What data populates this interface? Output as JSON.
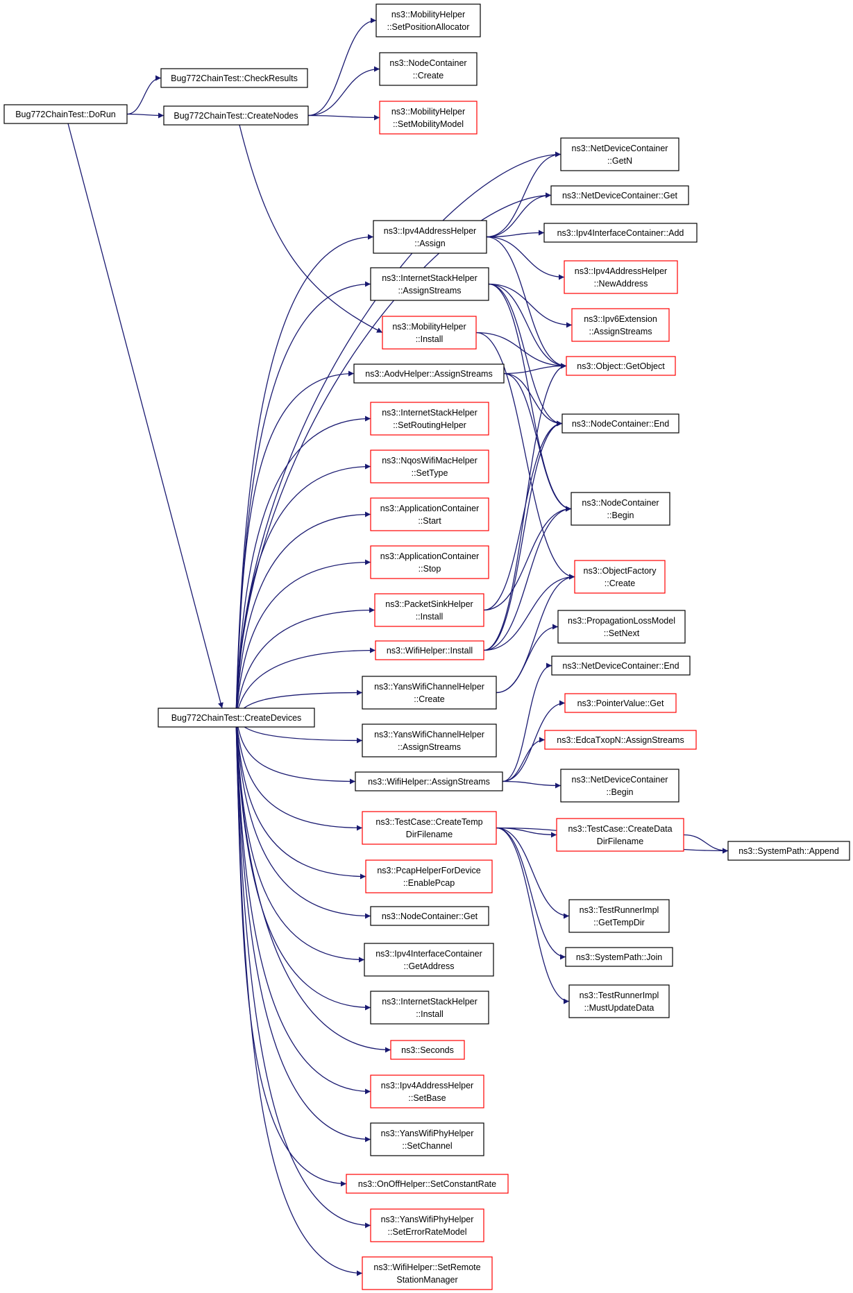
{
  "colors": {
    "edge": "#191970",
    "border_normal": "#000000",
    "border_linked": "#ff0000",
    "root_fill": "#bfbfbf",
    "box_fill": "#ffffff"
  },
  "nodes": [
    {
      "id": "dorun",
      "lines": [
        "Bug772ChainTest::DoRun"
      ],
      "style": "root"
    },
    {
      "id": "checkresults",
      "lines": [
        "Bug772ChainTest::CheckResults"
      ],
      "style": "normal"
    },
    {
      "id": "createnodes",
      "lines": [
        "Bug772ChainTest::CreateNodes"
      ],
      "style": "normal"
    },
    {
      "id": "createdevices",
      "lines": [
        "Bug772ChainTest::CreateDevices"
      ],
      "style": "normal"
    },
    {
      "id": "mob_setpos",
      "lines": [
        "ns3::MobilityHelper",
        "::SetPositionAllocator"
      ],
      "style": "normal"
    },
    {
      "id": "nc_create",
      "lines": [
        "ns3::NodeContainer",
        "::Create"
      ],
      "style": "normal"
    },
    {
      "id": "mob_setmodel",
      "lines": [
        "ns3::MobilityHelper",
        "::SetMobilityModel"
      ],
      "style": "linked"
    },
    {
      "id": "ndc_getn",
      "lines": [
        "ns3::NetDeviceContainer",
        "::GetN"
      ],
      "style": "normal"
    },
    {
      "id": "ndc_get",
      "lines": [
        "ns3::NetDeviceContainer::Get"
      ],
      "style": "normal"
    },
    {
      "id": "ipv4addr_assign",
      "lines": [
        "ns3::Ipv4AddressHelper",
        "::Assign"
      ],
      "style": "normal"
    },
    {
      "id": "ipv4ic_add",
      "lines": [
        "ns3::Ipv4InterfaceContainer::Add"
      ],
      "style": "normal"
    },
    {
      "id": "ipv4addr_newaddr",
      "lines": [
        "ns3::Ipv4AddressHelper",
        "::NewAddress"
      ],
      "style": "linked"
    },
    {
      "id": "ish_assignstreams",
      "lines": [
        "ns3::InternetStackHelper",
        "::AssignStreams"
      ],
      "style": "normal"
    },
    {
      "id": "ipv6ext_assign",
      "lines": [
        "ns3::Ipv6Extension",
        "::AssignStreams"
      ],
      "style": "linked"
    },
    {
      "id": "mob_install",
      "lines": [
        "ns3::MobilityHelper",
        "::Install"
      ],
      "style": "linked"
    },
    {
      "id": "obj_getobject",
      "lines": [
        "ns3::Object::GetObject"
      ],
      "style": "linked"
    },
    {
      "id": "aodv_assign",
      "lines": [
        "ns3::AodvHelper::AssignStreams"
      ],
      "style": "normal"
    },
    {
      "id": "nc_end",
      "lines": [
        "ns3::NodeContainer::End"
      ],
      "style": "normal"
    },
    {
      "id": "ish_setrouting",
      "lines": [
        "ns3::InternetStackHelper",
        "::SetRoutingHelper"
      ],
      "style": "linked"
    },
    {
      "id": "nqos_settype",
      "lines": [
        "ns3::NqosWifiMacHelper",
        "::SetType"
      ],
      "style": "linked"
    },
    {
      "id": "nc_begin",
      "lines": [
        "ns3::NodeContainer",
        "::Begin"
      ],
      "style": "normal"
    },
    {
      "id": "app_start",
      "lines": [
        "ns3::ApplicationContainer",
        "::Start"
      ],
      "style": "linked"
    },
    {
      "id": "app_stop",
      "lines": [
        "ns3::ApplicationContainer",
        "::Stop"
      ],
      "style": "linked"
    },
    {
      "id": "objfac_create",
      "lines": [
        "ns3::ObjectFactory",
        "::Create"
      ],
      "style": "linked"
    },
    {
      "id": "psink_install",
      "lines": [
        "ns3::PacketSinkHelper",
        "::Install"
      ],
      "style": "linked"
    },
    {
      "id": "plm_setnext",
      "lines": [
        "ns3::PropagationLossModel",
        "::SetNext"
      ],
      "style": "normal"
    },
    {
      "id": "wifi_install",
      "lines": [
        "ns3::WifiHelper::Install"
      ],
      "style": "linked"
    },
    {
      "id": "ndc_end",
      "lines": [
        "ns3::NetDeviceContainer::End"
      ],
      "style": "normal"
    },
    {
      "id": "ywch_create",
      "lines": [
        "ns3::YansWifiChannelHelper",
        "::Create"
      ],
      "style": "normal"
    },
    {
      "id": "pv_get",
      "lines": [
        "ns3::PointerValue::Get"
      ],
      "style": "linked"
    },
    {
      "id": "edca_assign",
      "lines": [
        "ns3::EdcaTxopN::AssignStreams"
      ],
      "style": "linked"
    },
    {
      "id": "ywch_assign",
      "lines": [
        "ns3::YansWifiChannelHelper",
        "::AssignStreams"
      ],
      "style": "normal"
    },
    {
      "id": "wifi_assign",
      "lines": [
        "ns3::WifiHelper::AssignStreams"
      ],
      "style": "normal"
    },
    {
      "id": "ndc_begin",
      "lines": [
        "ns3::NetDeviceContainer",
        "::Begin"
      ],
      "style": "normal"
    },
    {
      "id": "tc_createtemp",
      "lines": [
        "ns3::TestCase::CreateTemp",
        "DirFilename"
      ],
      "style": "linked"
    },
    {
      "id": "tc_createdata",
      "lines": [
        "ns3::TestCase::CreateData",
        "DirFilename"
      ],
      "style": "linked"
    },
    {
      "id": "sp_append",
      "lines": [
        "ns3::SystemPath::Append"
      ],
      "style": "normal"
    },
    {
      "id": "pcap_enable",
      "lines": [
        "ns3::PcapHelperForDevice",
        "::EnablePcap"
      ],
      "style": "linked"
    },
    {
      "id": "tri_gettemp",
      "lines": [
        "ns3::TestRunnerImpl",
        "::GetTempDir"
      ],
      "style": "normal"
    },
    {
      "id": "nc_get",
      "lines": [
        "ns3::NodeContainer::Get"
      ],
      "style": "normal"
    },
    {
      "id": "sp_join",
      "lines": [
        "ns3::SystemPath::Join"
      ],
      "style": "normal"
    },
    {
      "id": "ipv4ic_getaddr",
      "lines": [
        "ns3::Ipv4InterfaceContainer",
        "::GetAddress"
      ],
      "style": "normal"
    },
    {
      "id": "tri_mustupdate",
      "lines": [
        "ns3::TestRunnerImpl",
        "::MustUpdateData"
      ],
      "style": "normal"
    },
    {
      "id": "ish_install",
      "lines": [
        "ns3::InternetStackHelper",
        "::Install"
      ],
      "style": "normal"
    },
    {
      "id": "seconds",
      "lines": [
        "ns3::Seconds"
      ],
      "style": "linked"
    },
    {
      "id": "ipv4addr_setbase",
      "lines": [
        "ns3::Ipv4AddressHelper",
        "::SetBase"
      ],
      "style": "linked"
    },
    {
      "id": "ywph_setchannel",
      "lines": [
        "ns3::YansWifiPhyHelper",
        "::SetChannel"
      ],
      "style": "normal"
    },
    {
      "id": "onoff_setrate",
      "lines": [
        "ns3::OnOffHelper::SetConstantRate"
      ],
      "style": "linked"
    },
    {
      "id": "ywph_seterror",
      "lines": [
        "ns3::YansWifiPhyHelper",
        "::SetErrorRateModel"
      ],
      "style": "linked"
    },
    {
      "id": "wifi_setremote",
      "lines": [
        "ns3::WifiHelper::SetRemote",
        "StationManager"
      ],
      "style": "linked"
    }
  ],
  "edges": [
    [
      "dorun",
      "checkresults"
    ],
    [
      "dorun",
      "createnodes"
    ],
    [
      "dorun",
      "createdevices"
    ],
    [
      "createnodes",
      "mob_setpos"
    ],
    [
      "createnodes",
      "nc_create"
    ],
    [
      "createnodes",
      "mob_setmodel"
    ],
    [
      "createnodes",
      "mob_install"
    ],
    [
      "createdevices",
      "ndc_getn"
    ],
    [
      "createdevices",
      "ndc_get"
    ],
    [
      "createdevices",
      "ipv4addr_assign"
    ],
    [
      "createdevices",
      "ish_assignstreams"
    ],
    [
      "createdevices",
      "aodv_assign"
    ],
    [
      "createdevices",
      "ish_setrouting"
    ],
    [
      "createdevices",
      "nqos_settype"
    ],
    [
      "createdevices",
      "app_start"
    ],
    [
      "createdevices",
      "app_stop"
    ],
    [
      "createdevices",
      "psink_install"
    ],
    [
      "createdevices",
      "wifi_install"
    ],
    [
      "createdevices",
      "ywch_create"
    ],
    [
      "createdevices",
      "ywch_assign"
    ],
    [
      "createdevices",
      "wifi_assign"
    ],
    [
      "createdevices",
      "tc_createtemp"
    ],
    [
      "createdevices",
      "pcap_enable"
    ],
    [
      "createdevices",
      "nc_get"
    ],
    [
      "createdevices",
      "ipv4ic_getaddr"
    ],
    [
      "createdevices",
      "ish_install"
    ],
    [
      "createdevices",
      "seconds"
    ],
    [
      "createdevices",
      "ipv4addr_setbase"
    ],
    [
      "createdevices",
      "ywph_setchannel"
    ],
    [
      "createdevices",
      "onoff_setrate"
    ],
    [
      "createdevices",
      "ywph_seterror"
    ],
    [
      "createdevices",
      "wifi_setremote"
    ],
    [
      "ipv4addr_assign",
      "ndc_getn"
    ],
    [
      "ipv4addr_assign",
      "ndc_get"
    ],
    [
      "ipv4addr_assign",
      "ipv4ic_add"
    ],
    [
      "ipv4addr_assign",
      "ipv4addr_newaddr"
    ],
    [
      "ipv4addr_assign",
      "obj_getobject"
    ],
    [
      "ish_assignstreams",
      "ipv6ext_assign"
    ],
    [
      "ish_assignstreams",
      "obj_getobject"
    ],
    [
      "ish_assignstreams",
      "nc_end"
    ],
    [
      "ish_assignstreams",
      "nc_begin"
    ],
    [
      "mob_install",
      "obj_getobject"
    ],
    [
      "mob_install",
      "objfac_create"
    ],
    [
      "aodv_assign",
      "obj_getobject"
    ],
    [
      "aodv_assign",
      "nc_end"
    ],
    [
      "aodv_assign",
      "nc_begin"
    ],
    [
      "psink_install",
      "nc_end"
    ],
    [
      "psink_install",
      "nc_begin"
    ],
    [
      "wifi_install",
      "nc_end"
    ],
    [
      "wifi_install",
      "nc_begin"
    ],
    [
      "wifi_install",
      "objfac_create"
    ],
    [
      "wifi_install",
      "obj_getobject"
    ],
    [
      "ywch_create",
      "objfac_create"
    ],
    [
      "ywch_create",
      "plm_setnext"
    ],
    [
      "wifi_assign",
      "ndc_end"
    ],
    [
      "wifi_assign",
      "pv_get"
    ],
    [
      "wifi_assign",
      "edca_assign"
    ],
    [
      "wifi_assign",
      "ndc_begin"
    ],
    [
      "tc_createtemp",
      "tc_createdata"
    ],
    [
      "tc_createtemp",
      "sp_append"
    ],
    [
      "tc_createtemp",
      "tri_gettemp"
    ],
    [
      "tc_createtemp",
      "sp_join"
    ],
    [
      "tc_createtemp",
      "tri_mustupdate"
    ],
    [
      "tc_createdata",
      "sp_append"
    ]
  ]
}
